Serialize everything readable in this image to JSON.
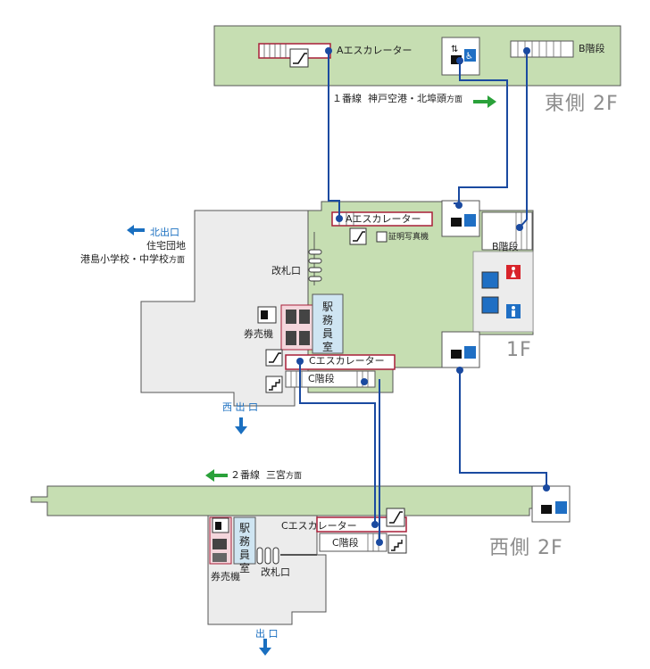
{
  "map": {
    "floors": {
      "east_2f": "東側 2F",
      "west_2f": "西側 2F",
      "f1": "1F"
    },
    "lines": {
      "line1": {
        "name": "１番線",
        "direction": "神戸空港・北埠頭",
        "suffix": "方面"
      },
      "line2": {
        "name": "２番線",
        "direction": "三宮",
        "suffix": "方面"
      }
    },
    "facilities": {
      "esc_a_east": "Aエスカレーター",
      "stairs_b_east": "B階段",
      "esc_a_1f": "Aエスカレーター",
      "photo_booth": "証明写真機",
      "stairs_b_1f": "B階段",
      "ticket_gate_1f": "改札口",
      "ticket_machine_1f": "券売機",
      "station_office_1f": "駅務員室",
      "esc_c_1f": "Cエスカレーター",
      "stairs_c_1f": "C階段",
      "esc_c_west": "Cエスカレーター",
      "stairs_c_west": "C階段",
      "station_office_west": "駅務員室",
      "ticket_machine_west": "券売機",
      "ticket_gate_west": "改札口"
    },
    "exits": {
      "north": {
        "label": "北出口",
        "dest_line1": "住宅団地",
        "dest_line2": "港島小学校・中学校",
        "suffix": "方面"
      },
      "west": "西 出 口",
      "south": "出 口"
    },
    "colors": {
      "platform": "#c6deb2",
      "concourse": "#ececec",
      "route": "#1a4aa0",
      "exit_arrow": "#1a6fc0",
      "direction_arrow": "#2aa13a",
      "wc_male": "#1f6fc4",
      "wc_female": "#d8232a",
      "escalator": "#a81f38",
      "floor_label": "#8c8c8c"
    }
  }
}
